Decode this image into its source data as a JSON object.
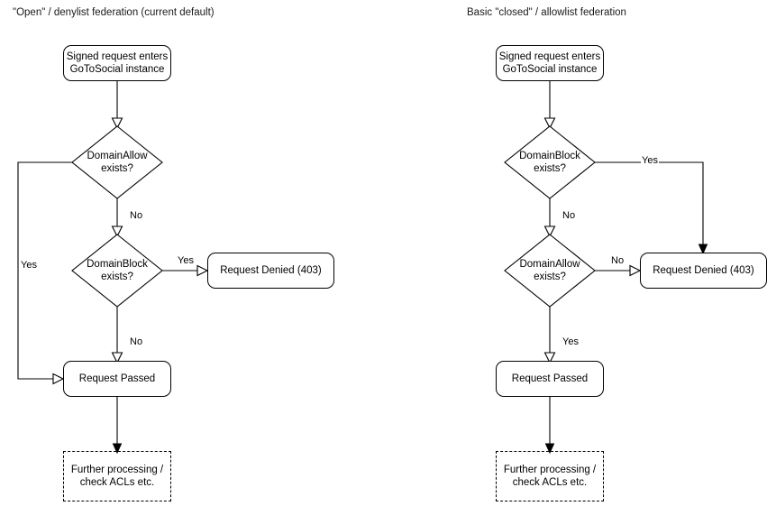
{
  "diagram": {
    "type": "flowchart",
    "title_left": "\"Open\" / denylist federation (current default)",
    "title_right": "Basic \"closed\" / allowlist federation",
    "panels": [
      {
        "id": "open-denylist",
        "title": "\"Open\" / denylist federation (current default)",
        "nodes": {
          "start": "Signed request enters\nGoToSocial instance",
          "start_line1": "Signed request enters",
          "start_line2": "GoToSocial instance",
          "decision1_line1": "DomainAllow",
          "decision1_line2": "exists?",
          "decision2_line1": "DomainBlock",
          "decision2_line2": "exists?",
          "denied": "Request Denied (403)",
          "passed": "Request Passed",
          "further_line1": "Further processing /",
          "further_line2": "check ACLs etc."
        },
        "edge_labels": {
          "allow_yes": "Yes",
          "allow_no": "No",
          "block_yes": "Yes",
          "block_no": "No"
        }
      },
      {
        "id": "closed-allowlist",
        "title": "Basic \"closed\" / allowlist federation",
        "nodes": {
          "start": "Signed request enters\nGoToSocial instance",
          "start_line1": "Signed request enters",
          "start_line2": "GoToSocial instance",
          "decision1_line1": "DomainBlock",
          "decision1_line2": "exists?",
          "decision2_line1": "DomainAllow",
          "decision2_line2": "exists?",
          "denied": "Request Denied (403)",
          "passed": "Request Passed",
          "further_line1": "Further processing /",
          "further_line2": "check ACLs etc."
        },
        "edge_labels": {
          "block_yes": "Yes",
          "block_no": "No",
          "allow_no": "No",
          "allow_yes": "Yes"
        }
      }
    ],
    "colors": {
      "stroke": "#000000",
      "fill": "#ffffff",
      "text": "#000000",
      "background": "#ffffff"
    }
  }
}
